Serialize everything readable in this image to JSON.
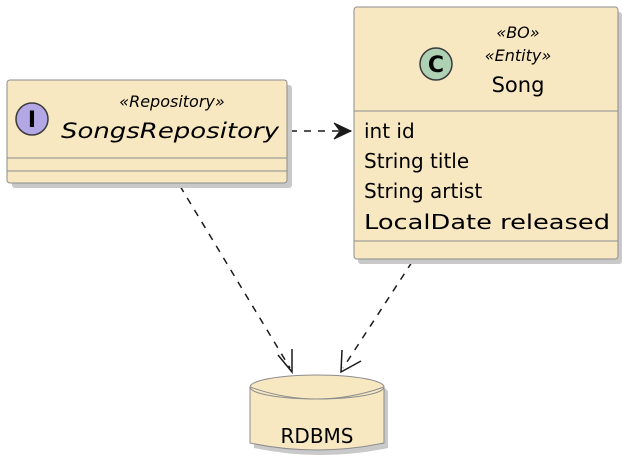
{
  "colors": {
    "node_fill": "#F8E8C2",
    "node_stroke": "#8D8D8D",
    "shadow": "#C9C9C9",
    "edge": "#1A1A1A",
    "interface_badge": "#B4A7E5",
    "class_badge": "#ADD1B2",
    "badge_stroke": "#3A3A3A"
  },
  "repository": {
    "stereotype": "«Repository»",
    "name": "SongsRepository",
    "badge_letter": "I",
    "badge_icon": "interface-icon"
  },
  "song": {
    "stereotype_bo": "«BO»",
    "stereotype_entity": "«Entity»",
    "name": "Song",
    "badge_letter": "C",
    "badge_icon": "class-icon",
    "fields": [
      "int id",
      "String title",
      "String artist",
      "LocalDate released"
    ]
  },
  "database": {
    "name": "RDBMS",
    "shape": "database-cylinder"
  },
  "edges": [
    {
      "from": "SongsRepository",
      "to": "Song",
      "style": "dashed",
      "arrow": "open"
    },
    {
      "from": "SongsRepository",
      "to": "RDBMS",
      "style": "dashed",
      "arrow": "open"
    },
    {
      "from": "Song",
      "to": "RDBMS",
      "style": "dashed",
      "arrow": "open"
    }
  ]
}
